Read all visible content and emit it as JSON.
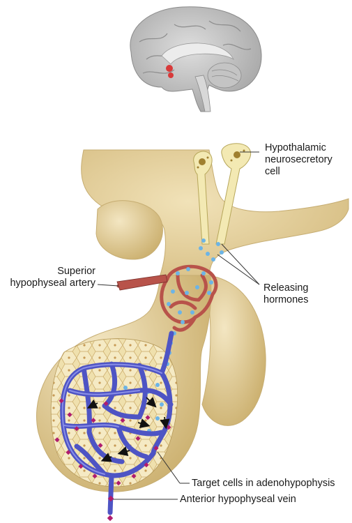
{
  "labels": {
    "neurosecretory_cell": [
      "Hypothalamic",
      "neurosecretory",
      "cell"
    ],
    "superior_artery": [
      "Superior",
      "hypophyseal artery"
    ],
    "releasing_hormones": [
      "Releasing",
      "hormones"
    ],
    "target_cells": "Target cells in adenohypophysis",
    "anterior_vein": "Anterior hypophyseal vein"
  },
  "colors": {
    "tissue": "#e6d2a0",
    "tissue_shadow": "#c9b27a",
    "neuron": "#f3e9b3",
    "artery": "#b8534a",
    "portal_vessel": "#5a5fc8",
    "hormone_dot": "#6cb4e6",
    "secretion_dot": "#b01c6e",
    "cell_fill": "#efe2b0",
    "brain": "#bdbdbd",
    "brain_highlight": "#d83a3a"
  },
  "icons": [
    "brain-icon",
    "arrow-icon"
  ]
}
